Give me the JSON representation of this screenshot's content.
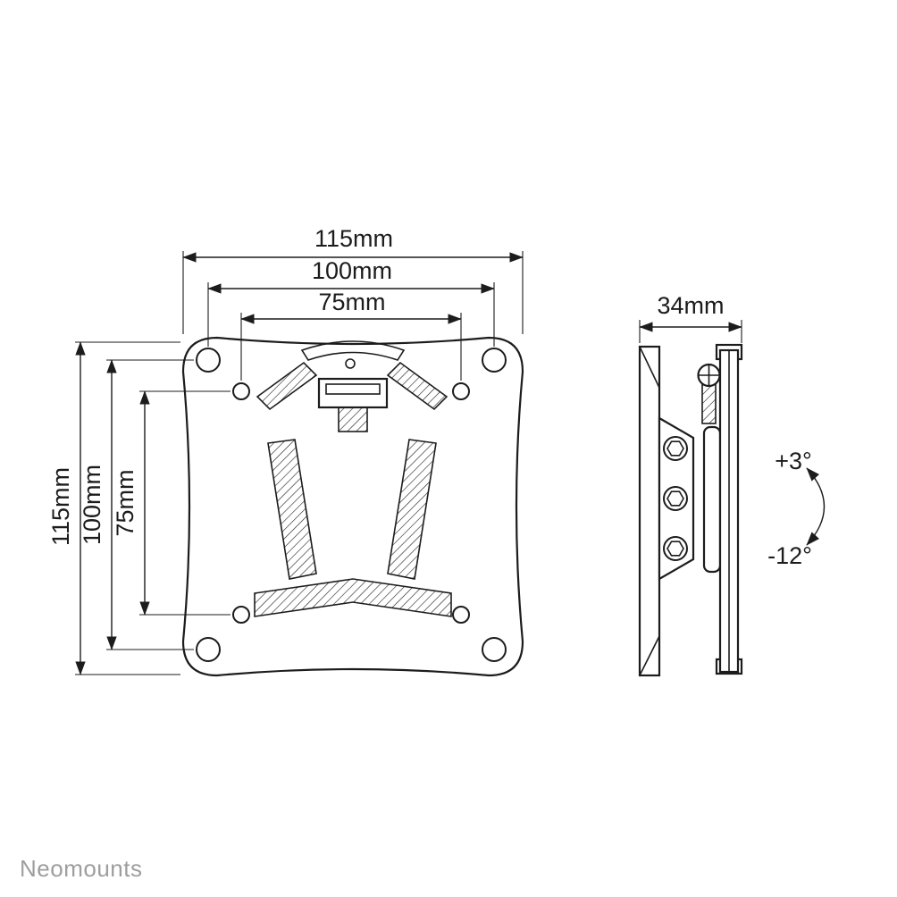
{
  "page": {
    "background": "#ffffff",
    "line_color": "#1c1c1c"
  },
  "front_view": {
    "dim_top_outer": "115mm",
    "dim_top_mid": "100mm",
    "dim_top_inner": "75mm",
    "dim_left_outer": "115mm",
    "dim_left_mid": "100mm",
    "dim_left_inner": "75mm"
  },
  "side_view": {
    "dim_depth": "34mm",
    "tilt_up_label": "+3°",
    "tilt_down_label": "-12°"
  },
  "brand": {
    "name": "Neomounts",
    "color": "#9e9e9e"
  }
}
